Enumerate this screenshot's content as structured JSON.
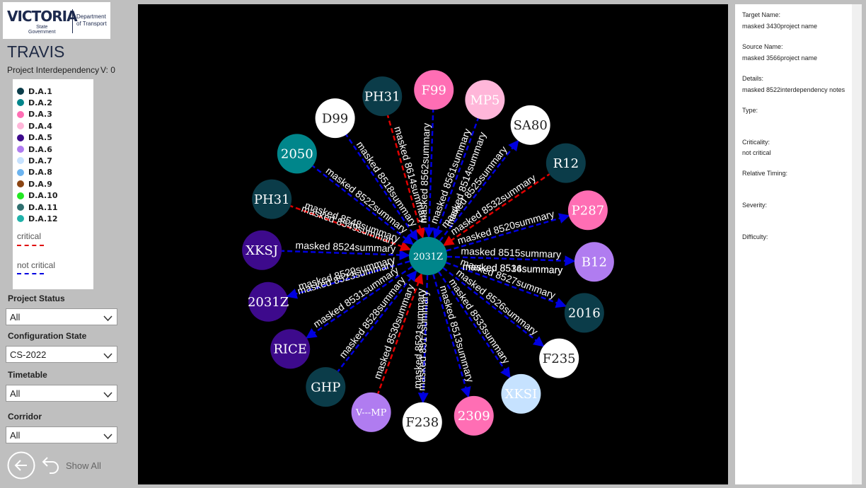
{
  "logo": {
    "brand": "VICTORIA",
    "sub1": "State",
    "sub2": "Government",
    "dept1": "Department",
    "dept2": "of Transport"
  },
  "app": {
    "title": "TRAVIS",
    "subtitle": "Project Interdependency",
    "version": "V: 0"
  },
  "legend": {
    "items": [
      {
        "label": "D.A.1",
        "color": "#0b3c49"
      },
      {
        "label": "D.A.2",
        "color": "#00868b"
      },
      {
        "label": "D.A.3",
        "color": "#ff6eb4"
      },
      {
        "label": "D.A.4",
        "color": "#ffb6d9"
      },
      {
        "label": "D.A.5",
        "color": "#3d0a8c"
      },
      {
        "label": "D.A.6",
        "color": "#b07cf0"
      },
      {
        "label": "D.A.7",
        "color": "#c6e2ff"
      },
      {
        "label": "D.A.8",
        "color": "#6cb4f0"
      },
      {
        "label": "D.A.9",
        "color": "#8b4513"
      },
      {
        "label": "D.A.10",
        "color": "#22e822"
      },
      {
        "label": "D.A.11",
        "color": "#2f6f6f"
      },
      {
        "label": "D.A.12",
        "color": "#20b2aa"
      }
    ],
    "critical_label": "critical",
    "critical_color": "#e00000",
    "noncritical_label": "not critical",
    "noncritical_color": "#0000e0"
  },
  "filters": [
    {
      "label": "Project Status",
      "value": "All"
    },
    {
      "label": "Configuration State",
      "value": "CS-2022"
    },
    {
      "label": "Timetable",
      "value": "All"
    },
    {
      "label": "Corridor",
      "value": "All"
    }
  ],
  "nav": {
    "show_all_label": "Show All"
  },
  "graph": {
    "center": {
      "label": "2031Z",
      "fill": "#00868b"
    },
    "nodes": [
      {
        "label": "PH31",
        "fill": "#0b3c49",
        "text": "#fff",
        "edge": "masked 8614summary",
        "critical": true,
        "dir": "in"
      },
      {
        "label": "F99",
        "fill": "#ff6eb4",
        "text": "#fff",
        "edge": "masked 8562summary",
        "critical": false,
        "dir": "in"
      },
      {
        "label": "MP5",
        "fill": "#ffb6d9",
        "text": "#fff",
        "edge": "masked 8561summary",
        "critical": false,
        "dir": "in"
      },
      {
        "label": "SA80",
        "fill": "#ffffff",
        "text": "#222",
        "edge": "masked 8525summary",
        "critical": false,
        "dir": "out"
      },
      {
        "label": "R12",
        "fill": "#0b3c49",
        "text": "#fff",
        "edge": "masked 8532summary",
        "critical": true,
        "dir": "in"
      },
      {
        "label": "P287",
        "fill": "#ff6eb4",
        "text": "#fff",
        "edge": "masked 8520summary",
        "critical": false,
        "dir": "out"
      },
      {
        "label": "B12",
        "fill": "#b07cf0",
        "text": "#fff",
        "edge": "masked 8515summary",
        "critical": false,
        "dir": "out"
      },
      {
        "label": "2016",
        "fill": "#0b3c49",
        "text": "#fff",
        "edge": "masked 8527summary",
        "critical": false,
        "dir": "out"
      },
      {
        "label": "F235",
        "fill": "#ffffff",
        "text": "#222",
        "edge": "masked 8526summary",
        "critical": false,
        "dir": "out"
      },
      {
        "label": "XKSI",
        "fill": "#c6e2ff",
        "text": "#fff",
        "edge": "masked 8533summary",
        "critical": false,
        "dir": "out"
      },
      {
        "label": "2309",
        "fill": "#ff6eb4",
        "text": "#fff",
        "edge": "masked 8513summary",
        "critical": false,
        "dir": "out"
      },
      {
        "label": "F238",
        "fill": "#ffffff",
        "text": "#222",
        "edge": "masked 8521summary",
        "critical": false,
        "dir": "out"
      },
      {
        "label": "V---MP",
        "fill": "#b07cf0",
        "text": "#fff",
        "edge": "masked 8530summary",
        "critical": true,
        "dir": "in"
      },
      {
        "label": "GHP",
        "fill": "#0b3c49",
        "text": "#fff",
        "edge": "masked 8528summary",
        "critical": false,
        "dir": "in"
      },
      {
        "label": "RICE",
        "fill": "#3d0a8c",
        "text": "#fff",
        "edge": "masked 8531summary",
        "critical": false,
        "dir": "out"
      },
      {
        "label": "2031Z",
        "fill": "#3d0a8c",
        "text": "#fff",
        "edge": "masked 8529summary",
        "critical": false,
        "dir": "out"
      },
      {
        "label": "XKSJ",
        "fill": "#3d0a8c",
        "text": "#fff",
        "edge": "masked 8524summary",
        "critical": false,
        "dir": "in"
      },
      {
        "label": "PH31",
        "fill": "#0b3c49",
        "text": "#fff",
        "edge": "masked 8548summary",
        "critical": true,
        "dir": "in"
      },
      {
        "label": "2050",
        "fill": "#00868b",
        "text": "#fff",
        "edge": "masked 8522summary",
        "critical": false,
        "dir": "in"
      },
      {
        "label": "D99",
        "fill": "#ffffff",
        "text": "#222",
        "edge": "masked 8518summary",
        "critical": false,
        "dir": "in"
      }
    ],
    "extra_edges": [
      "masked 8514summary",
      "masked 8534summary",
      "masked 8516summary",
      "masked 8523summary",
      "masked 8517summary",
      "masked 8549summary"
    ]
  },
  "details": [
    {
      "label": "Target Name:",
      "value": "masked 3430project name"
    },
    {
      "label": "Source Name:",
      "value": "masked 3566project name"
    },
    {
      "label": "Details:",
      "value": "masked 8522interdependency notes"
    },
    {
      "label": "Type:",
      "value": ""
    },
    {
      "label": "Criticality:",
      "value": "not critical"
    },
    {
      "label": "Relative Timing:",
      "value": ""
    },
    {
      "label": "Severity:",
      "value": ""
    },
    {
      "label": "Difficulty:",
      "value": ""
    }
  ]
}
